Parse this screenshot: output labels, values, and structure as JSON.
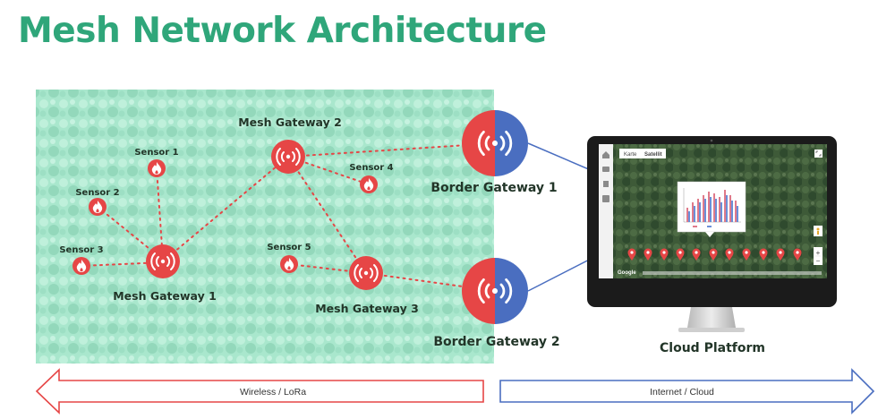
{
  "title": "Mesh Network Architecture",
  "nodes": {
    "sensor_1": "Sensor 1",
    "sensor_2": "Sensor 2",
    "sensor_3": "Sensor 3",
    "sensor_4": "Sensor 4",
    "sensor_5": "Sensor 5",
    "mesh_gateway_1": "Mesh Gateway 1",
    "mesh_gateway_2": "Mesh Gateway 2",
    "mesh_gateway_3": "Mesh Gateway 3",
    "border_gateway_1": "Border Gateway 1",
    "border_gateway_2": "Border Gateway 2",
    "cloud_platform": "Cloud Platform"
  },
  "screen": {
    "tab_map": "Karte",
    "tab_satellite": "Satellit",
    "google_logo": "Google"
  },
  "arrows": {
    "left_label": "Wireless / LoRa",
    "right_label": "Internet / Cloud"
  },
  "colors": {
    "title": "#2fa67a",
    "sensor_red": "#e64646",
    "link_blue": "#4a6ec0",
    "forest_mint": "#a8e6cc"
  },
  "icons": {
    "sensor": "flame-icon",
    "gateway": "wireless-signal-icon"
  }
}
